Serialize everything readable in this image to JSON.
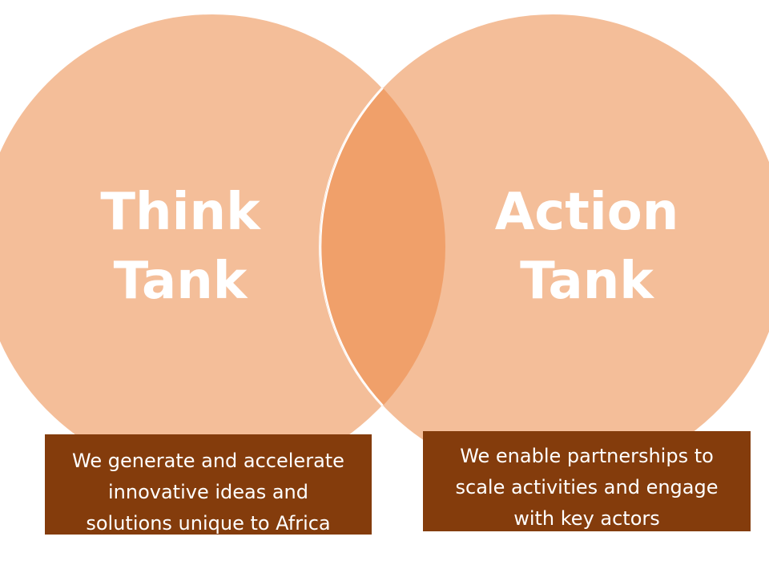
{
  "diagram": {
    "type": "venn",
    "circle_fill": "#f4be99",
    "overlap_fill": "#f0a06a",
    "outline_color": "#ffffff",
    "left_circle": {
      "title_line1": "Think",
      "title_line2": "Tank",
      "caption_line1": "We generate and accelerate",
      "caption_line2": "innovative ideas and",
      "caption_line3": "solutions unique to Africa"
    },
    "right_circle": {
      "title_line1": "Action",
      "title_line2": "Tank",
      "caption_line1": "We enable partnerships to",
      "caption_line2": "scale activities and engage",
      "caption_line3": "with key actors"
    },
    "caption_box_color": "#843c0c",
    "text_color": "#ffffff"
  }
}
